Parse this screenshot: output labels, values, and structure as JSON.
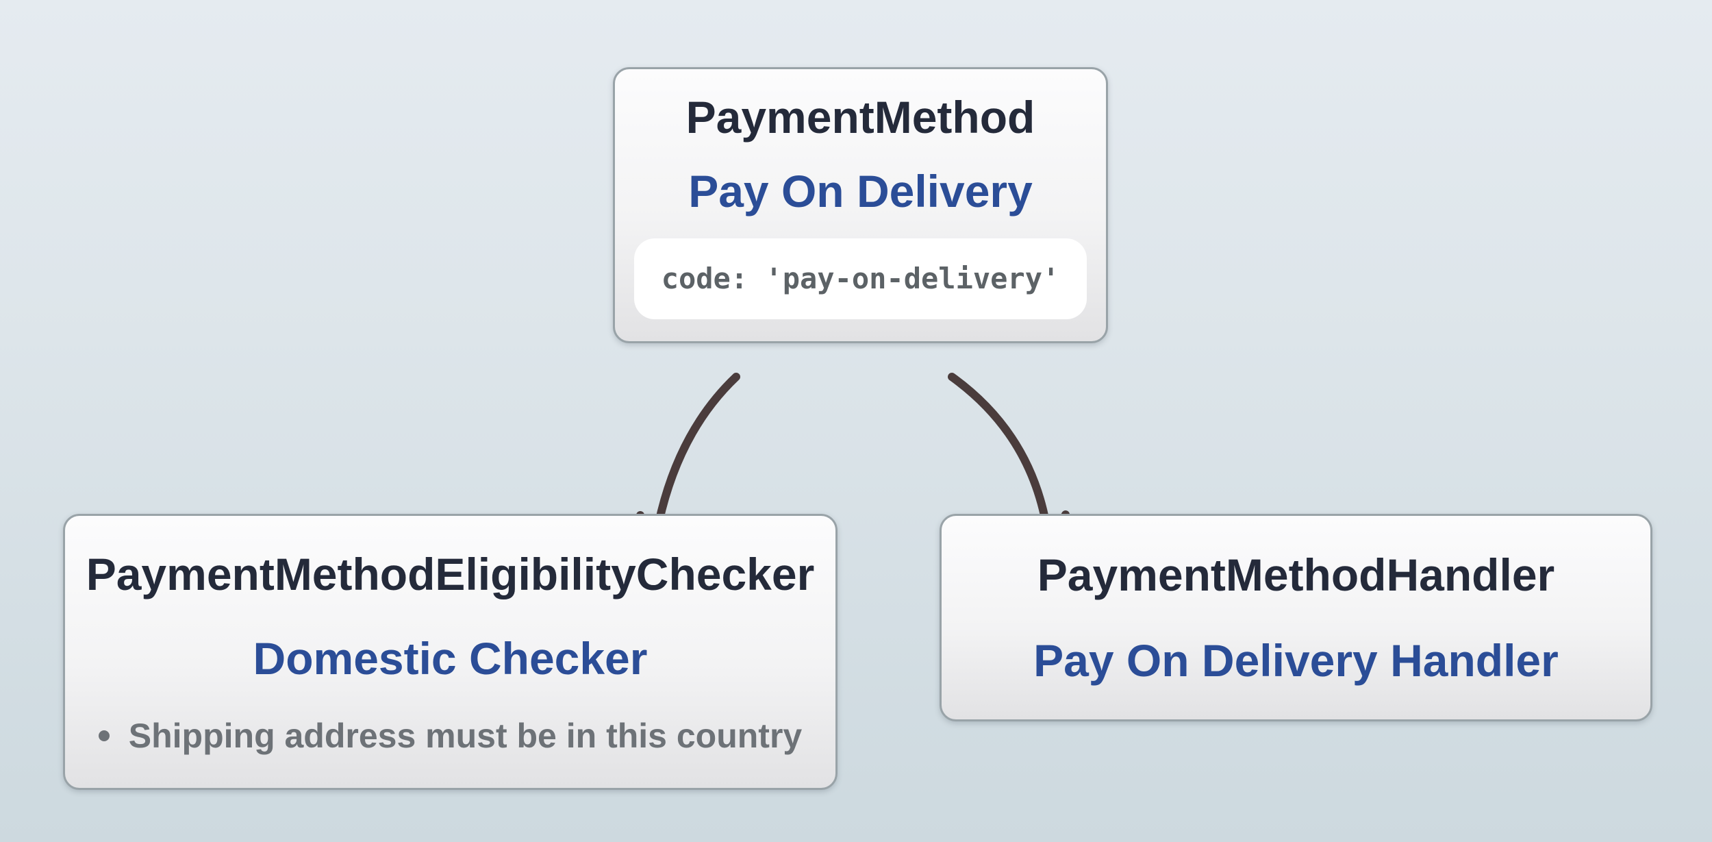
{
  "diagram": {
    "type": "relationship-diagram",
    "nodes": {
      "payment_method": {
        "class_name": "PaymentMethod",
        "instance_name": "Pay On Delivery",
        "code_snippet": "code: 'pay-on-delivery'"
      },
      "eligibility_checker": {
        "class_name": "PaymentMethodEligibilityChecker",
        "instance_name": "Domestic Checker",
        "bullets": [
          "Shipping address must be in this country"
        ]
      },
      "handler": {
        "class_name": "PaymentMethodHandler",
        "instance_name": "Pay On Delivery Handler"
      }
    },
    "edges": [
      {
        "from": "payment_method",
        "to": "eligibility_checker"
      },
      {
        "from": "payment_method",
        "to": "handler"
      }
    ],
    "colors": {
      "background_top": "#e5ebf0",
      "background_bottom": "#cdd9df",
      "node_border": "#99a3a8",
      "node_fill_top": "#fcfcfd",
      "node_fill_bottom": "#e2e2e4",
      "class_name_text": "#242a3a",
      "instance_name_text": "#2b4d97",
      "code_text": "#5c6266",
      "code_background": "#ffffff",
      "bullet_text": "#6d7277",
      "arrow": "#4a3c3c"
    }
  }
}
